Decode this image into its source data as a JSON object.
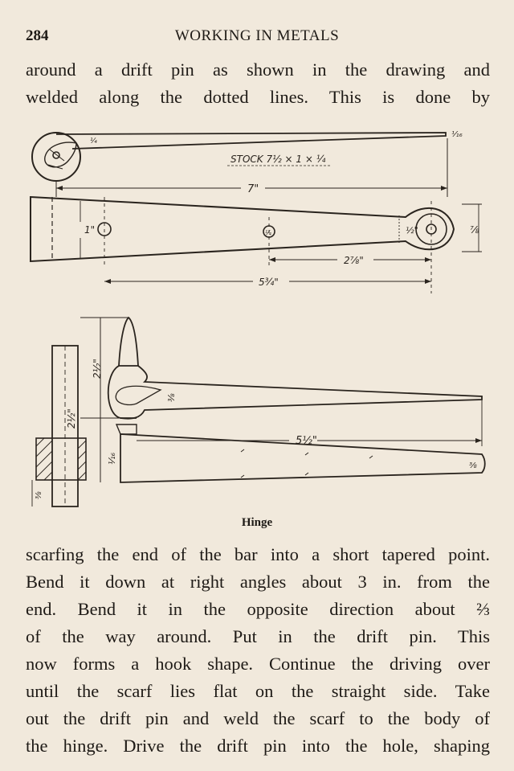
{
  "header": {
    "page_number": "284",
    "running_title": "WORKING IN METALS"
  },
  "top_paragraph": {
    "lines": [
      "around a drift pin as shown in the drawing and",
      "welded along the dotted lines.  This is done by"
    ]
  },
  "figure": {
    "labels": {
      "stock": "STOCK 7½ × 1 × ¼",
      "length_7": "7\"",
      "end_mark": "⅟₁₆",
      "width_1": "1\"",
      "half": "½\"",
      "seven_eighths": "⅞",
      "hole_small": "¼",
      "dim_2_7_8": "2⅞\"",
      "dim_5_3_4": "5¾\"",
      "dim_2_half_top": "2½\"",
      "dim_2_half_side": "2½\"",
      "dim_3_8_loop": "⅜",
      "dim_5_half": "5½\"",
      "dim_1_16": "⅟₁₆",
      "dim_3_8_bottom": "⅜",
      "dim_3_8_tip": "⅜"
    }
  },
  "caption": "Hinge",
  "bottom_paragraph": {
    "lines": [
      "scarfing the end of the bar into a short tapered point.",
      "Bend it down at right angles about 3 in. from the",
      "end.  Bend it in the opposite direction about ⅔",
      "of the way around.  Put in the drift pin.  This",
      "now forms a hook shape.  Continue the driving over",
      "until the scarf lies flat on the straight side.  Take",
      "out the drift pin and weld the scarf to the body of",
      "the hinge.  Drive the drift pin into the hole, shaping"
    ]
  }
}
